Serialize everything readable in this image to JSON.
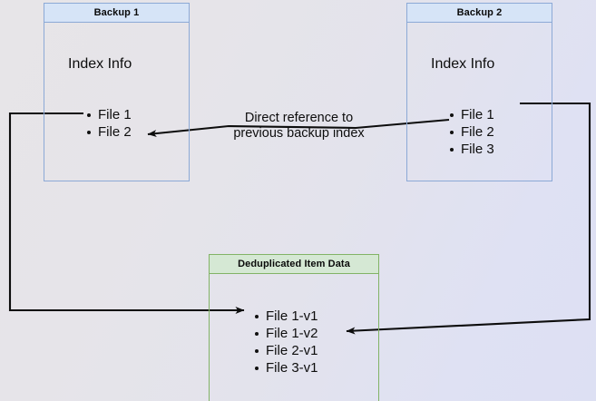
{
  "diagram": {
    "title_hidden": "",
    "background_colors": {
      "left": "#e7e5e8",
      "right": "#dde0f3"
    },
    "palette": {
      "blue_fill": "#d6e4f7",
      "blue_border": "#8ca9d6",
      "green_fill": "#d5e8d4",
      "green_border": "#82b366",
      "edge_stroke": "#0d0d0d",
      "text": "#0d0d0d"
    },
    "nodes": [
      {
        "id": "backup1",
        "header": "Backup 1",
        "section_label": "Index Info",
        "items": [
          "File 1",
          "File 2"
        ]
      },
      {
        "id": "backup2",
        "header": "Backup 2",
        "section_label": "Index Info",
        "items": [
          "File 1",
          "File 2",
          "File 3"
        ]
      },
      {
        "id": "dedup",
        "header": "Deduplicated Item Data",
        "items": [
          "File 1-v1",
          "File 1-v2",
          "File 2-v1",
          "File 3-v1"
        ]
      }
    ],
    "edge_labels": {
      "direct_reference": {
        "line1": "Direct reference to",
        "line2": "previous backup index"
      }
    }
  }
}
